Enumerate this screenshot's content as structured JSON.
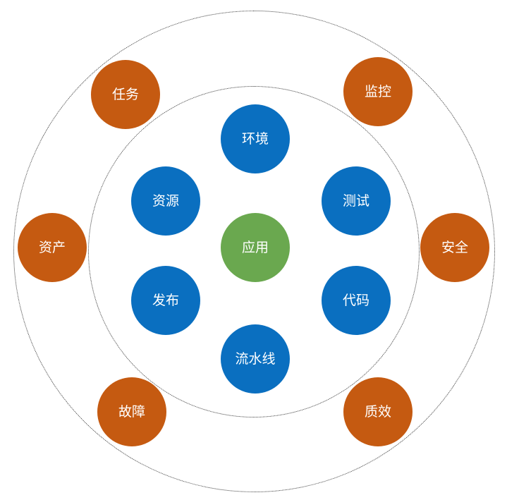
{
  "diagram": {
    "core": {
      "label": "应用",
      "color": "#6aa84f"
    },
    "inner_ring": {
      "color": "#0a6fc0",
      "nodes": [
        {
          "label": "环境"
        },
        {
          "label": "测试"
        },
        {
          "label": "代码"
        },
        {
          "label": "流水线"
        },
        {
          "label": "发布"
        },
        {
          "label": "资源"
        }
      ]
    },
    "outer_ring": {
      "color": "#c55a11",
      "nodes": [
        {
          "label": "监控"
        },
        {
          "label": "安全"
        },
        {
          "label": "质效"
        },
        {
          "label": "故障"
        },
        {
          "label": "资产"
        },
        {
          "label": "任务"
        }
      ]
    }
  }
}
